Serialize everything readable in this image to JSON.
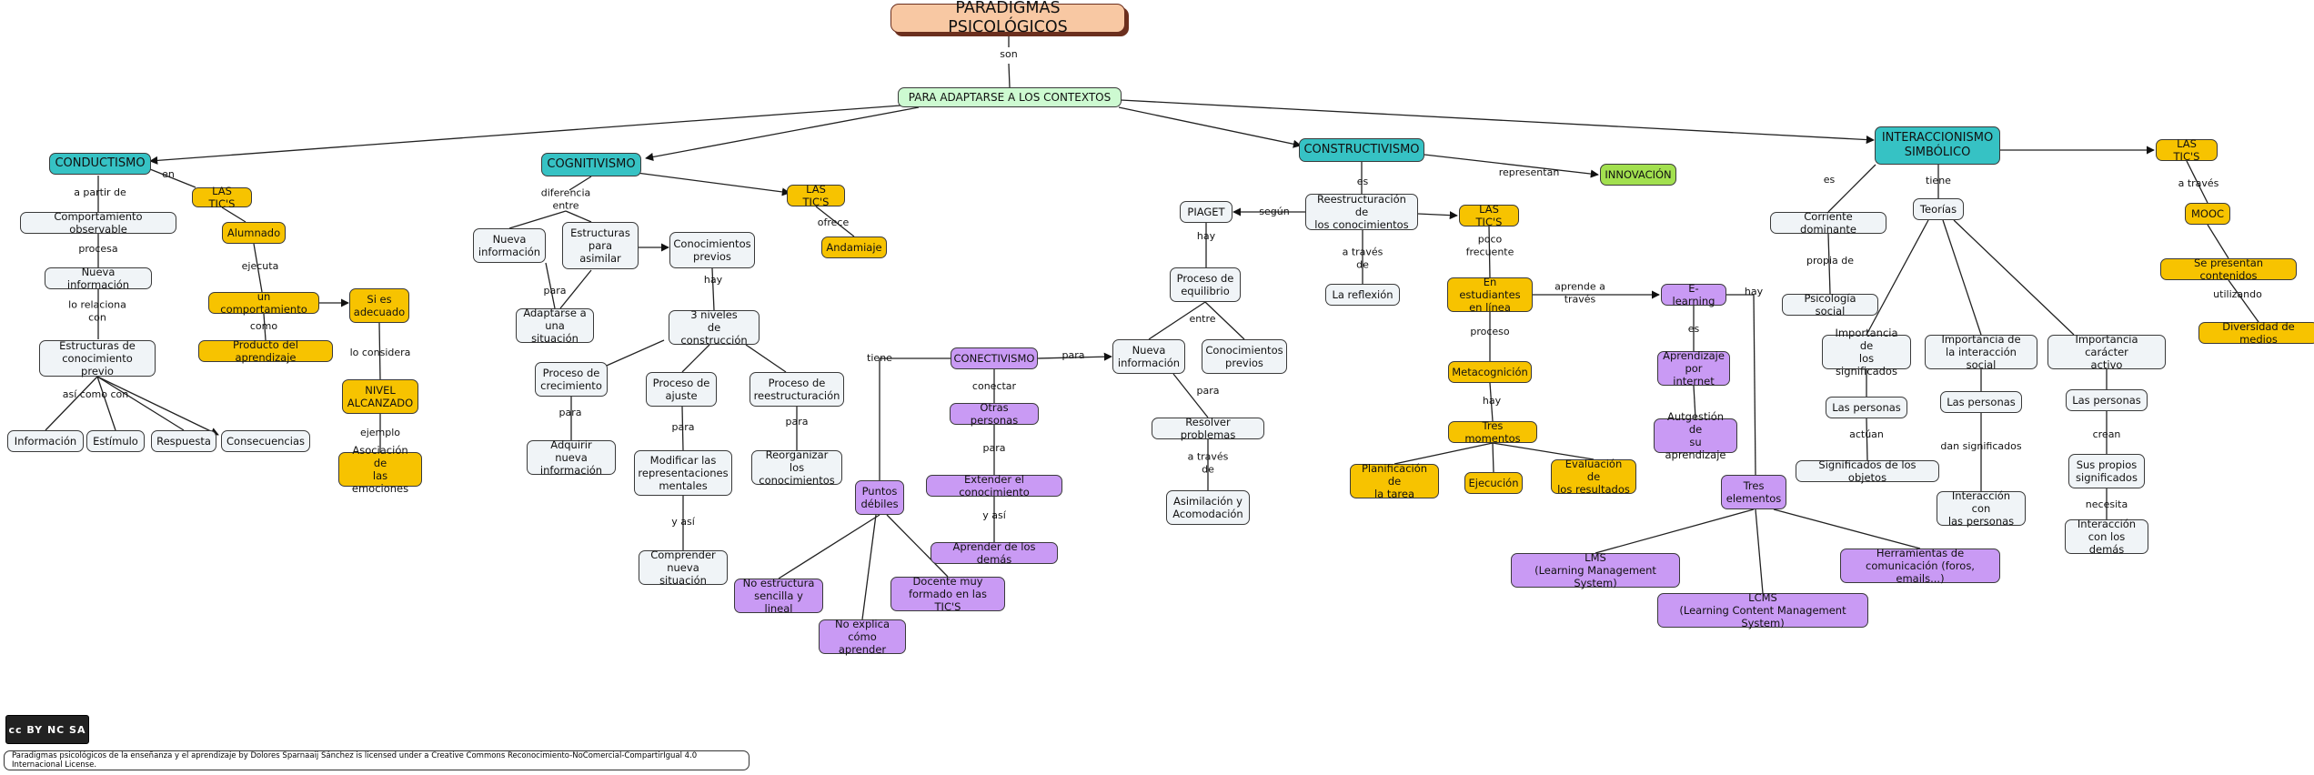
{
  "title": "PARADIGMAS PSICOLÓGICOS",
  "nodes": {
    "adaptarse": "PARA ADAPTARSE A LOS CONTEXTOS",
    "conductismo": "CONDUCTISMO",
    "cognitivismo": "COGNITIVISMO",
    "constructivismo": "CONSTRUCTIVISMO",
    "interaccionismo": "INTERACCIONISMO\nSIMBÓLICO",
    "c_comportamiento": "Comportamiento observable",
    "c_nueva_info": "Nueva información",
    "c_estructuras": "Estructuras de\nconocimiento previo",
    "c_informacion": "Información",
    "c_estimulo": "Estímulo",
    "c_respuesta": "Respuesta",
    "c_consecuencias": "Consecuencias",
    "c_tics": "LAS TIC'S",
    "c_alumnado": "Alumnado",
    "c_un_comp": "un comportamiento",
    "c_producto": "Producto del aprendizaje",
    "c_si_adecuado": "Si es\nadecuado",
    "c_nivel": "NIVEL\nALCANZADO",
    "c_asociacion": "Asociación de\nlas emociones",
    "g_nueva_info": "Nueva\ninformación",
    "g_estructuras": "Estructuras\npara\nasimilar",
    "g_conoc_previos": "Conocimientos\nprevios",
    "g_adaptarse": "Adaptarse a\nuna situación",
    "g_tres_niveles": "3 niveles\nde construcción",
    "g_crecimiento": "Proceso de\ncrecimiento",
    "g_ajuste": "Proceso de\najuste",
    "g_reestructuracion": "Proceso de\nreestructuración",
    "g_adquirir": "Adquirir nueva\ninformación",
    "g_modificar": "Modificar las\nrepresentaciones\nmentales",
    "g_reorganizar": "Reorganizar los\nconocimientos",
    "g_comprender": "Comprender\nnueva situación",
    "g_tics": "LAS TIC'S",
    "g_andamiaje": "Andamiaje",
    "n_conectivismo": "CONECTIVISMO",
    "n_otras_personas": "Otras personas",
    "n_extender": "Extender el conocimiento",
    "n_aprender": "Aprender de los demás",
    "n_puntos": "Puntos\ndébiles",
    "n_no_estructura": "No estructura\nsencilla y lineal",
    "n_no_explica": "No explica\ncómo aprender",
    "n_docente": "Docente muy\nformado en las TIC'S",
    "k_piaget": "PIAGET",
    "k_reestructuracion": "Reestructuración de\nlos conocimientos",
    "k_reflexion": "La reflexión",
    "k_equilibrio": "Proceso de\nequilibrio",
    "k_nueva_info": "Nueva\ninformación",
    "k_conoc_previos": "Conocimientos\nprevios",
    "k_resolver": "Resolver problemas",
    "k_asimilacion": "Asimilación y\nAcomodación",
    "k_tics": "LAS TIC'S",
    "k_innovacion": "INNOVACIÓN",
    "k_estudiantes": "En estudiantes\nen línea",
    "k_metacognicion": "Metacognición",
    "k_tres_momentos": "Tres momentos",
    "k_planificacion": "Planificación de\nla tarea",
    "k_ejecucion": "Ejecución",
    "k_evaluacion": "Evaluación de\nlos resultados",
    "k_elearning": "E-learning",
    "k_aprendizaje_internet": "Aprendizaje\npor internet",
    "k_autgestion": "Autgestión de\nsu aprendizaje",
    "k_tres_elementos": "Tres\nelementos",
    "k_lms": "LMS\n(Learning Management System)",
    "k_lcms": "LCMS\n(Learning Content Management System)",
    "k_herramientas": "Herramientas de\ncomunicación (foros, emails...)",
    "i_corriente": "Corriente dominante",
    "i_psicologia": "Psicología social",
    "i_teorias": "Teorías",
    "i_imp_significados": "Importancia de\nlos significados",
    "i_imp_interaccion": "Importancia de\nla interacción social",
    "i_imp_caracter": "Importancia carácter\nactivo",
    "i_personas1": "Las personas",
    "i_personas2": "Las personas",
    "i_personas3": "Las personas",
    "i_significados_objetos": "Significados de los objetos",
    "i_interaccion_personas": "Interacción con\nlas personas",
    "i_propios": "Sus propios\nsignificados",
    "i_interaccion_demas": "Interacción\ncon los demás",
    "i_tics": "LAS TIC'S",
    "i_mooc": "MOOC",
    "i_contenidos": "Se presentan contenidos",
    "i_diversidad": "Diversidad de medios"
  },
  "labels": {
    "son": "son",
    "c_a_partir": "a partir de",
    "c_procesa": "procesa",
    "c_relaciona": "lo relaciona\ncon",
    "c_asi_como": "así como con",
    "c_en": "en",
    "c_ejecuta": "ejecuta",
    "c_como": "como",
    "c_considera": "lo considera",
    "c_ejemplo": "ejemplo",
    "g_diferencia": "diferencia\nentre",
    "g_para": "para",
    "g_hay": "hay",
    "g_para2": "para",
    "g_para3": "para",
    "g_para4": "para",
    "g_asi": "y así",
    "g_ofrece": "ofrece",
    "n_tiene": "tiene",
    "n_conectar": "conectar",
    "n_para": "para",
    "n_asi": "y así",
    "n_para_k": "para",
    "k_es": "es",
    "k_segun": "según",
    "k_hay": "hay",
    "k_entre": "entre",
    "k_para": "para",
    "k_a_traves": "a través\nde",
    "k_a_traves_refl": "a través\nde",
    "k_representan": "representan",
    "k_poco": "poco\nfrecuente",
    "k_aprende": "aprende a\ntravés",
    "k_proceso": "proceso",
    "k_hay2": "hay",
    "k_es2": "es",
    "k_hay3": "hay",
    "i_es": "es",
    "i_propia": "propia de",
    "i_tiene": "tiene",
    "i_actuan": "actúan",
    "i_dan": "dan significados",
    "i_crean": "crean",
    "i_necesita": "necesita",
    "i_a_traves": "a través",
    "i_utilizando": "utilizando"
  },
  "cc_badge": "cc BY NC SA",
  "license": "Paradigmas psicológicos de la enseñanza y el aprendizaje by Dolores Sparnaaij Sánchez is licensed under a Creative Commons Reconocimiento-NoComercial-CompartirIgual 4.0 Internacional License.",
  "colors": {
    "teal": "#36c2c4",
    "yellow": "#f7c300",
    "purple": "#c99af4",
    "green": "#a2e04f",
    "mint": "#cdfad1",
    "peach": "#f8c8a3"
  }
}
